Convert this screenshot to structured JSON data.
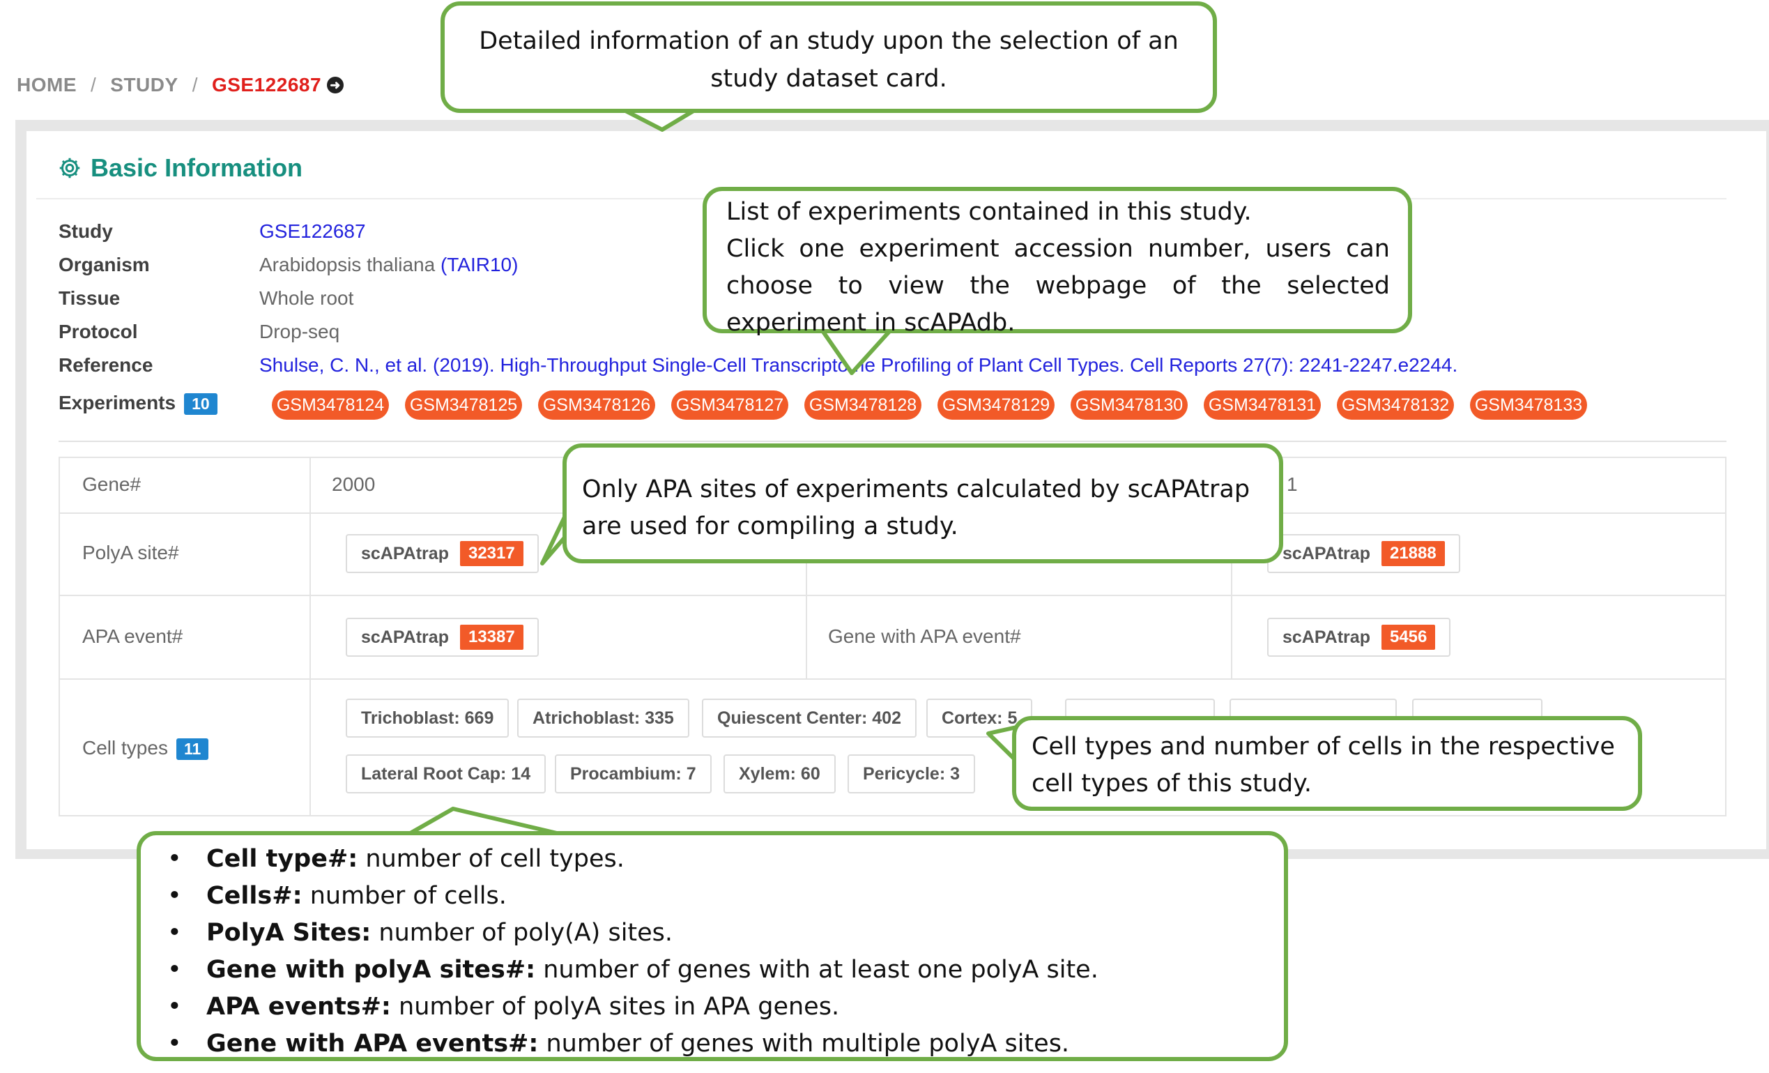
{
  "breadcrumb": {
    "home": "HOME",
    "study": "STUDY",
    "current": "GSE122687",
    "arrow_icon": "arrow-right-circle-icon",
    "separator": "/"
  },
  "section": {
    "title": "Basic Information",
    "icon": "gear-icon"
  },
  "info": {
    "study_label": "Study",
    "study_value": "GSE122687",
    "organism_label": "Organism",
    "organism_value": "Arabidopsis thaliana",
    "organism_ref": "(TAIR10)",
    "tissue_label": "Tissue",
    "tissue_value": "Whole root",
    "protocol_label": "Protocol",
    "protocol_value": "Drop-seq",
    "reference_label": "Reference",
    "reference_value": "Shulse, C. N., et al. (2019). High-Throughput Single-Cell Transcriptome Profiling of Plant Cell Types. Cell Reports 27(7): 2241-2247.e2244.",
    "experiments_label": "Experiments",
    "experiments_count": "10"
  },
  "experiments": [
    "GSM3478124",
    "GSM3478125",
    "GSM3478126",
    "GSM3478127",
    "GSM3478128",
    "GSM3478129",
    "GSM3478130",
    "GSM3478131",
    "GSM3478132",
    "GSM3478133"
  ],
  "stats": {
    "gene_label": "Gene#",
    "gene_value": "2000",
    "gene_right_partial": "1",
    "polya_label": "PolyA site#",
    "polya_tag": "scAPAtrap",
    "polya_count": "32317",
    "polya_right_tag": "scAPAtrap",
    "polya_right_count": "21888",
    "apa_label": "APA event#",
    "apa_tag": "scAPAtrap",
    "apa_count": "13387",
    "gene_apa_label": "Gene with APA event#",
    "gene_apa_tag": "scAPAtrap",
    "gene_apa_count": "5456",
    "celltypes_label": "Cell types",
    "celltypes_count": "11"
  },
  "cell_types": [
    "Trichoblast: 669",
    "Atrichoblast: 335",
    "Quiescent Center: 402",
    "Cortex: 5",
    "Lateral Root Cap: 14",
    "Procambium: 7",
    "Xylem: 60",
    "Pericycle: 3"
  ],
  "callouts": {
    "top": "Detailed information of an study upon the selection of an study dataset card.",
    "experiments_line1": "List of experiments contained in this study.",
    "experiments_line2": "Click one experiment accession number, users can choose to view the webpage of the selected experiment in scAPAdb.",
    "apa": "Only APA sites of experiments calculated by scAPAtrap are used for compiling a study.",
    "celltypes": "Cell types and number of cells in the respective cell types of this study.",
    "legend": [
      {
        "term": "Cell type#:",
        "desc": " number of cell types."
      },
      {
        "term": "Cells#:",
        "desc": " number of cells."
      },
      {
        "term": "PolyA Sites:",
        "desc": " number of poly(A) sites."
      },
      {
        "term": "Gene with polyA sites#:",
        "desc": " number of genes with at least one polyA site."
      },
      {
        "term": "APA events#:",
        "desc": " number of polyA sites in APA genes."
      },
      {
        "term": "Gene with APA events#:",
        "desc": " number of genes with multiple polyA sites."
      }
    ]
  },
  "colors": {
    "accent": "#178f7f",
    "badge": "#f25a28",
    "link": "#2222dd",
    "callout_border": "#70ad47",
    "breadcrumb_current": "#e0201c"
  }
}
